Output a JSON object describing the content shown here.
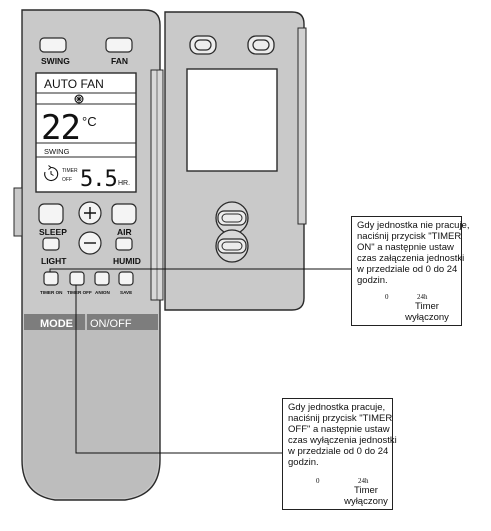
{
  "remote": {
    "buttons": {
      "swing": "SWING",
      "fan": "FAN",
      "sleep": "SLEEP",
      "air": "AIR",
      "light": "LIGHT",
      "humid": "HUMID",
      "timer_on": "TIMER ON",
      "timer_off": "TIMER OFF",
      "anion": "ANION",
      "save": "SAVE",
      "mode": "MODE",
      "on_off": "ON/OFF"
    },
    "display": {
      "mode_text": "AUTO FAN",
      "temperature": "22",
      "temp_unit": "°C",
      "swing": "SWING",
      "timer_label_top": "TIMER",
      "timer_label_bottom": "OFF",
      "timer_value": "5.5",
      "timer_unit": "HR."
    }
  },
  "notes": {
    "timer_on": {
      "lines": [
        "Gdy jednostka nie pracuje,",
        "naciśnij przycisk \"TIMER",
        "ON\" a następnie ustaw",
        "czas załączenia jednostki",
        "w przedziale od 0 do 24",
        "godzin."
      ],
      "start": "0",
      "end": "24h",
      "caption_1": "Timer",
      "caption_2": "wyłączony"
    },
    "timer_off": {
      "lines": [
        "Gdy jednostka pracuje,",
        "naciśnij przycisk \"TIMER",
        "OFF\" a następnie ustaw",
        "czas wyłączenia jednostki",
        "w przedziale od 0 do 24",
        "godzin."
      ],
      "start": "0",
      "end": "24h",
      "caption_1": "Timer",
      "caption_2": "wyłączony"
    }
  },
  "colors": {
    "body": "#c9c9c9",
    "body_dark": "#a9a9a9",
    "panel_bar": "#7d7d7d",
    "lcd": "#ffffff",
    "outline": "#2a2a2a"
  }
}
